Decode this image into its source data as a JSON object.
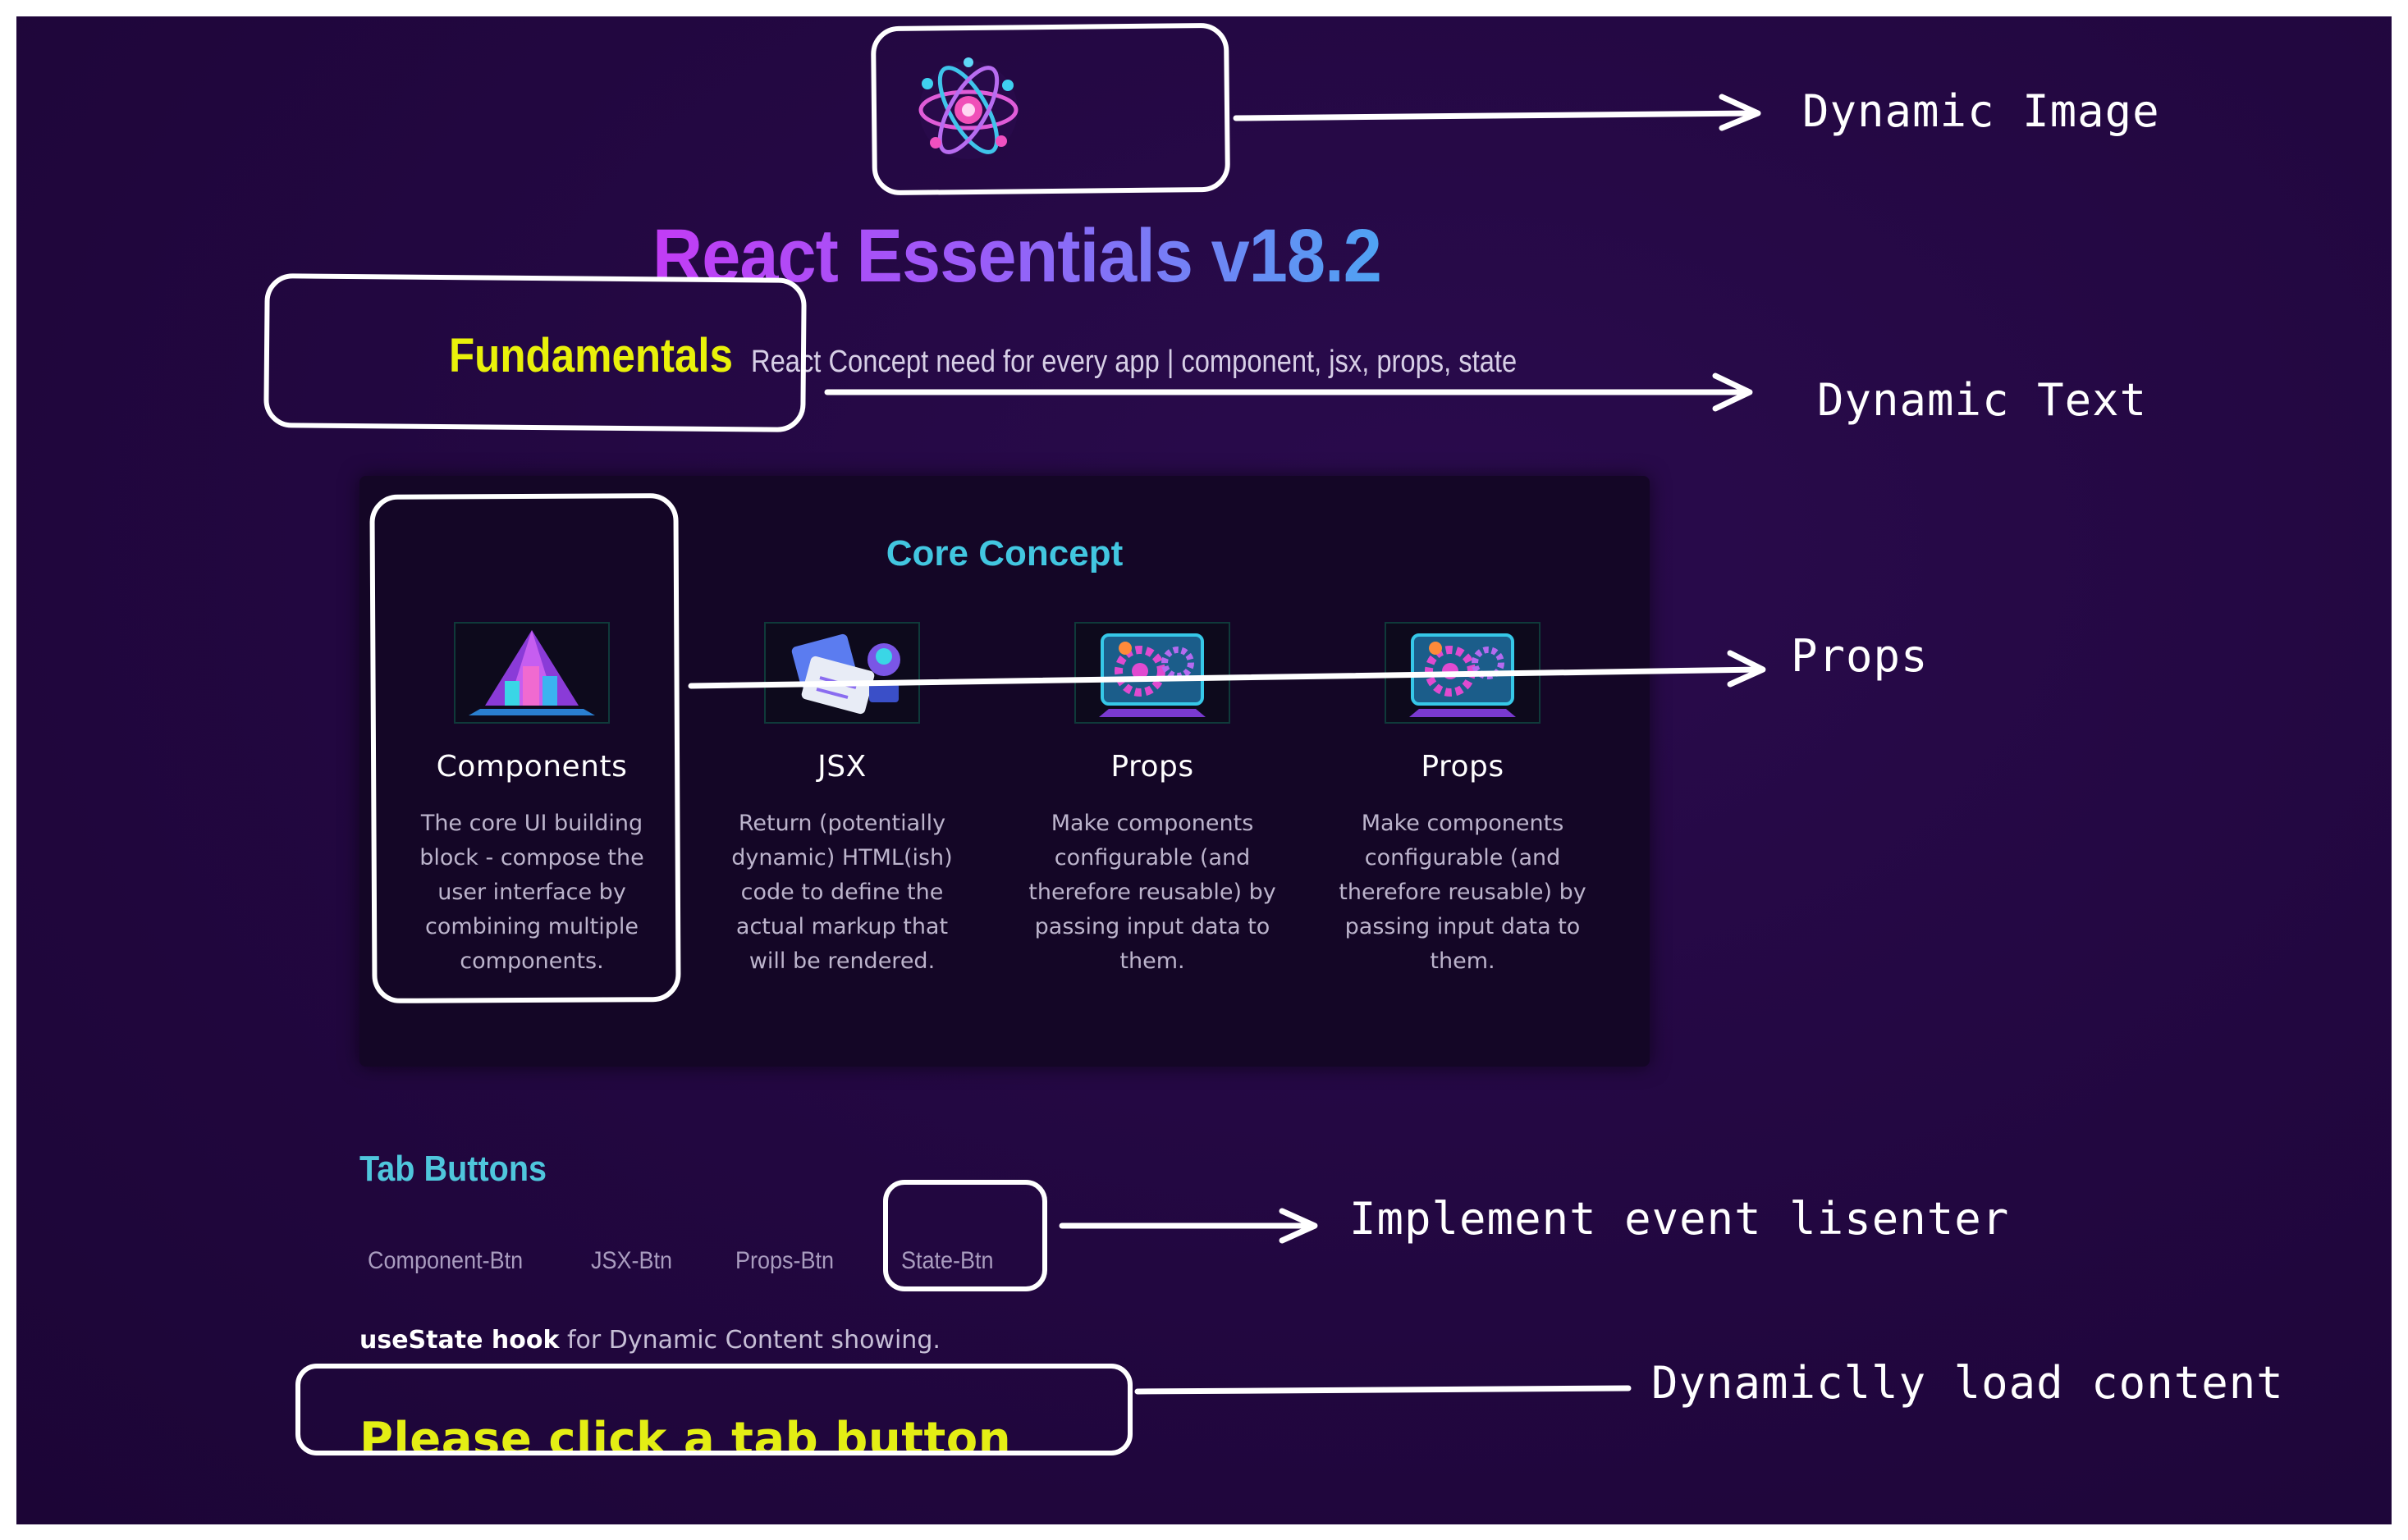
{
  "header": {
    "logo_icon": "atom-logo-icon",
    "title": "React Essentials v18.2",
    "subtitle_heading": "Fundamentals",
    "subtitle_text": "React Concept need for every app | component, jsx, props, state"
  },
  "core_concepts": {
    "title": "Core Concept",
    "items": [
      {
        "title": "Components",
        "description": "The core UI building block - compose the user interface by combining multiple components.",
        "icon": "components-pyramid-icon"
      },
      {
        "title": "JSX",
        "description": "Return (potentially dynamic) HTML(ish) code to define the actual markup that will be rendered.",
        "icon": "jsx-device-icon"
      },
      {
        "title": "Props",
        "description": "Make components configurable (and therefore reusable) by passing input data to them.",
        "icon": "props-gears-icon"
      },
      {
        "title": "Props",
        "description": "Make components configurable (and therefore reusable) by passing input data to them.",
        "icon": "props-gears-icon"
      }
    ]
  },
  "tabs": {
    "heading": "Tab Buttons",
    "buttons": [
      "Component-Btn",
      "JSX-Btn",
      "Props-Btn",
      "State-Btn"
    ]
  },
  "hook_note": {
    "bold": "useState hook",
    "text": " for Dynamic Content showing."
  },
  "dynamic_content": "Please click a tab button",
  "annotations": {
    "dynamic_image": "Dynamic Image",
    "dynamic_text": "Dynamic Text",
    "props": "Props",
    "event_listener": "Implement event lisenter",
    "dynamic_load": "Dynamiclly load content"
  },
  "colors": {
    "background": "#220740",
    "title_gradient_start": "#c23cf5",
    "title_gradient_end": "#4fa3f3",
    "accent_yellow": "#e9f10a",
    "accent_cyan": "#42c6e0",
    "panel": "#140626"
  }
}
